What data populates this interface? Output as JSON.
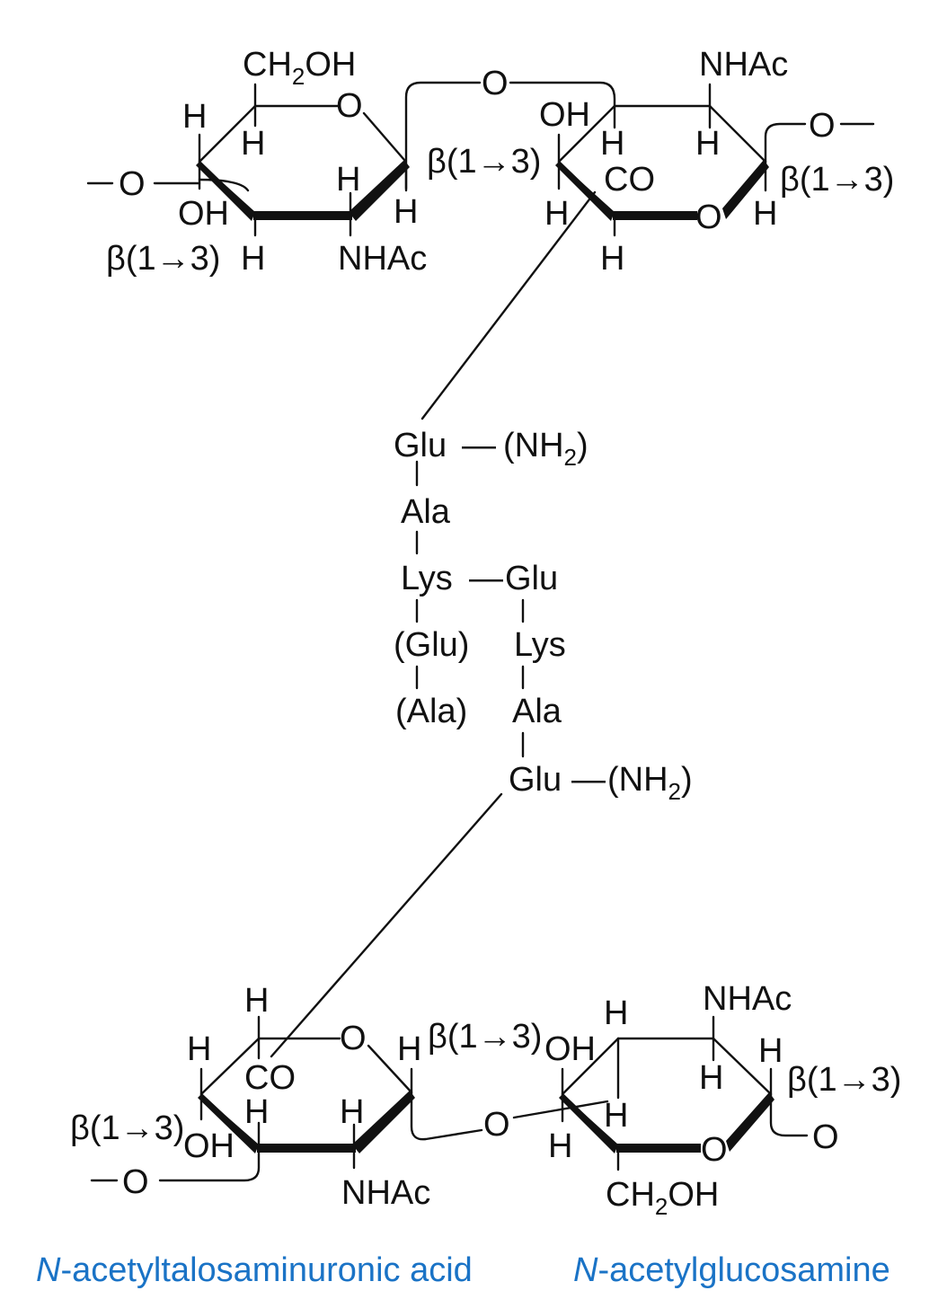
{
  "labels": {
    "ch2oh": "CH",
    "sub2": "2",
    "oh_suffix": "OH",
    "o": "O",
    "h": "H",
    "oh": "OH",
    "nhac": "NHAc",
    "co": "CO",
    "beta13": "β(1→3)",
    "glu": "Glu",
    "ala": "Ala",
    "lys": "Lys",
    "glu_paren": "(Glu)",
    "ala_paren": "(Ala)",
    "nh_open": "(NH",
    "close_paren": ")",
    "dash": "—"
  },
  "captions": {
    "left_prefix": "N",
    "left_rest": "-acetyltalosaminuronic acid",
    "right_prefix": "N",
    "right_rest": "-acetylglucosamine"
  },
  "colors": {
    "caption": "#1a73c6",
    "ink": "#111111"
  }
}
